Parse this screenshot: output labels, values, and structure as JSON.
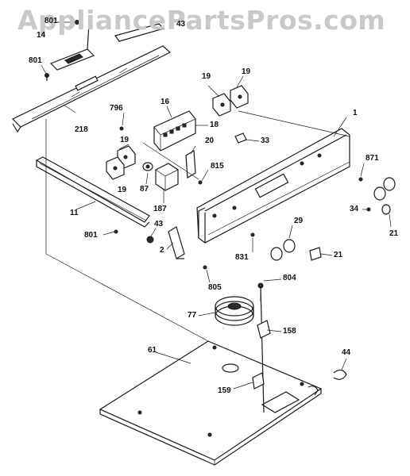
{
  "watermark": "AppliancePartsPros.com",
  "labels": [
    {
      "id": "801a",
      "text": "801"
    },
    {
      "id": "14",
      "text": "14"
    },
    {
      "id": "43a",
      "text": "43"
    },
    {
      "id": "801b",
      "text": "801"
    },
    {
      "id": "218",
      "text": "218"
    },
    {
      "id": "19a",
      "text": "19"
    },
    {
      "id": "19b",
      "text": "19"
    },
    {
      "id": "16",
      "text": "16"
    },
    {
      "id": "796",
      "text": "796"
    },
    {
      "id": "18",
      "text": "18"
    },
    {
      "id": "1",
      "text": "1"
    },
    {
      "id": "19c",
      "text": "19"
    },
    {
      "id": "20",
      "text": "20"
    },
    {
      "id": "33",
      "text": "33"
    },
    {
      "id": "19d",
      "text": "19"
    },
    {
      "id": "87",
      "text": "87"
    },
    {
      "id": "815",
      "text": "815"
    },
    {
      "id": "871",
      "text": "871"
    },
    {
      "id": "187",
      "text": "187"
    },
    {
      "id": "11",
      "text": "11"
    },
    {
      "id": "34",
      "text": "34"
    },
    {
      "id": "21a",
      "text": "21"
    },
    {
      "id": "29",
      "text": "29"
    },
    {
      "id": "801c",
      "text": "801"
    },
    {
      "id": "43b",
      "text": "43"
    },
    {
      "id": "2",
      "text": "2"
    },
    {
      "id": "831",
      "text": "831"
    },
    {
      "id": "21b",
      "text": "21"
    },
    {
      "id": "805",
      "text": "805"
    },
    {
      "id": "804",
      "text": "804"
    },
    {
      "id": "77",
      "text": "77"
    },
    {
      "id": "158",
      "text": "158"
    },
    {
      "id": "61",
      "text": "61"
    },
    {
      "id": "44",
      "text": "44"
    },
    {
      "id": "159",
      "text": "159"
    }
  ]
}
